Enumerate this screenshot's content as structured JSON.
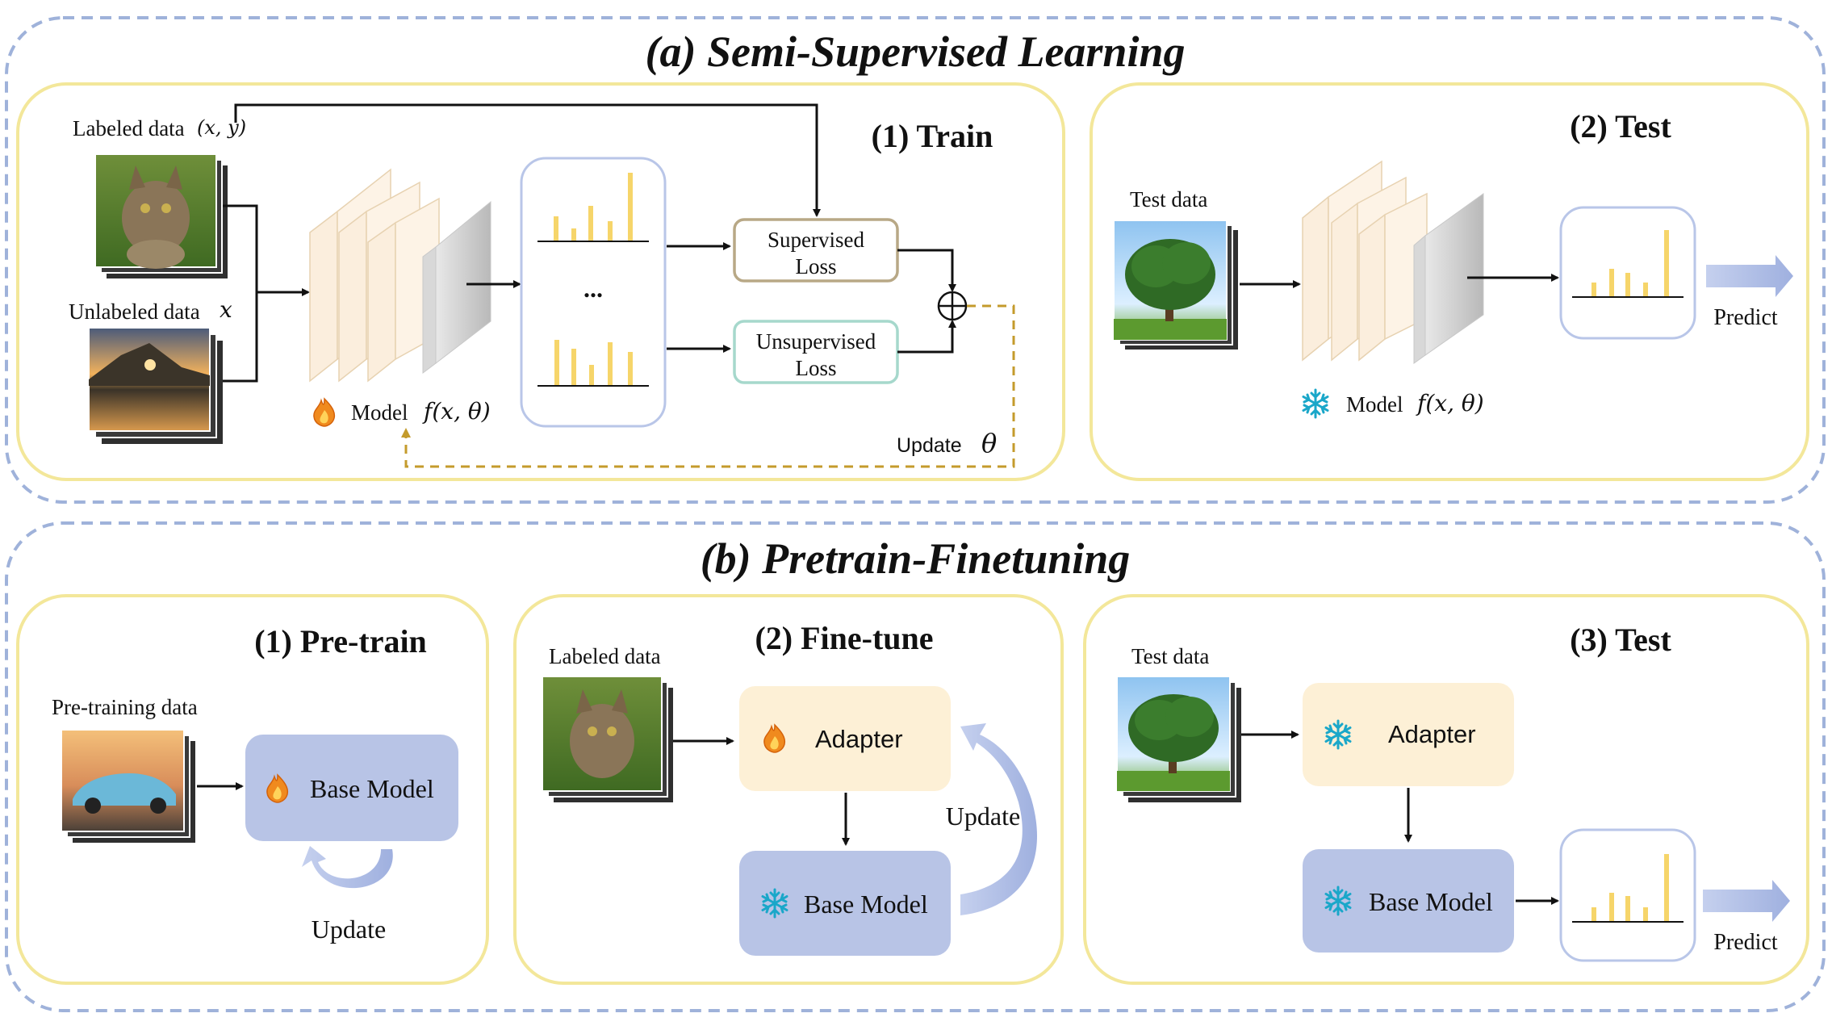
{
  "colors": {
    "panel_border": "#f3e79a",
    "section_border": "#9fb2da",
    "bar": "#f6d56a",
    "layer_fill": "#fbeedd",
    "adapter_fill": "#fdf0d6",
    "base_model_fill": "#b8c4e6",
    "update_arrow": "#b9c6e8",
    "dashed_update": "#c49b2c",
    "supervised_border": "#b8a886",
    "unsupervised_border": "#a6d8cc"
  },
  "section_a": {
    "title": "(a) Semi-Supervised Learning",
    "train": {
      "title": "(1) Train",
      "labeled_label": "Labeled data",
      "labeled_math": "(x, y)",
      "unlabeled_label": "Unlabeled data",
      "unlabeled_math": "x",
      "model_label": "Model",
      "model_math": "f(x, θ)",
      "ellipsis": "...",
      "supervised_loss": [
        "Supervised",
        "Loss"
      ],
      "unsupervised_loss": [
        "Unsupervised",
        "Loss"
      ],
      "update_label": "Update",
      "update_math": "θ"
    },
    "test": {
      "title": "(2) Test",
      "data_label": "Test data",
      "model_label": "Model",
      "model_math": "f(x, θ)",
      "predict_label": "Predict"
    }
  },
  "section_b": {
    "title": "(b) Pretrain-Finetuning",
    "pretrain": {
      "title": "(1) Pre-train",
      "data_label": "Pre-training data",
      "base_model": "Base Model",
      "update_label": "Update"
    },
    "finetune": {
      "title": "(2) Fine-tune",
      "data_label": "Labeled data",
      "adapter": "Adapter",
      "base_model": "Base Model",
      "update_label": "Update"
    },
    "test": {
      "title": "(3) Test",
      "data_label": "Test data",
      "adapter": "Adapter",
      "base_model": "Base Model",
      "predict_label": "Predict"
    }
  },
  "icons": [
    "fire-icon",
    "snowflake-icon",
    "cat-image",
    "lake-image",
    "tree-image",
    "car-image",
    "bar-chart"
  ]
}
